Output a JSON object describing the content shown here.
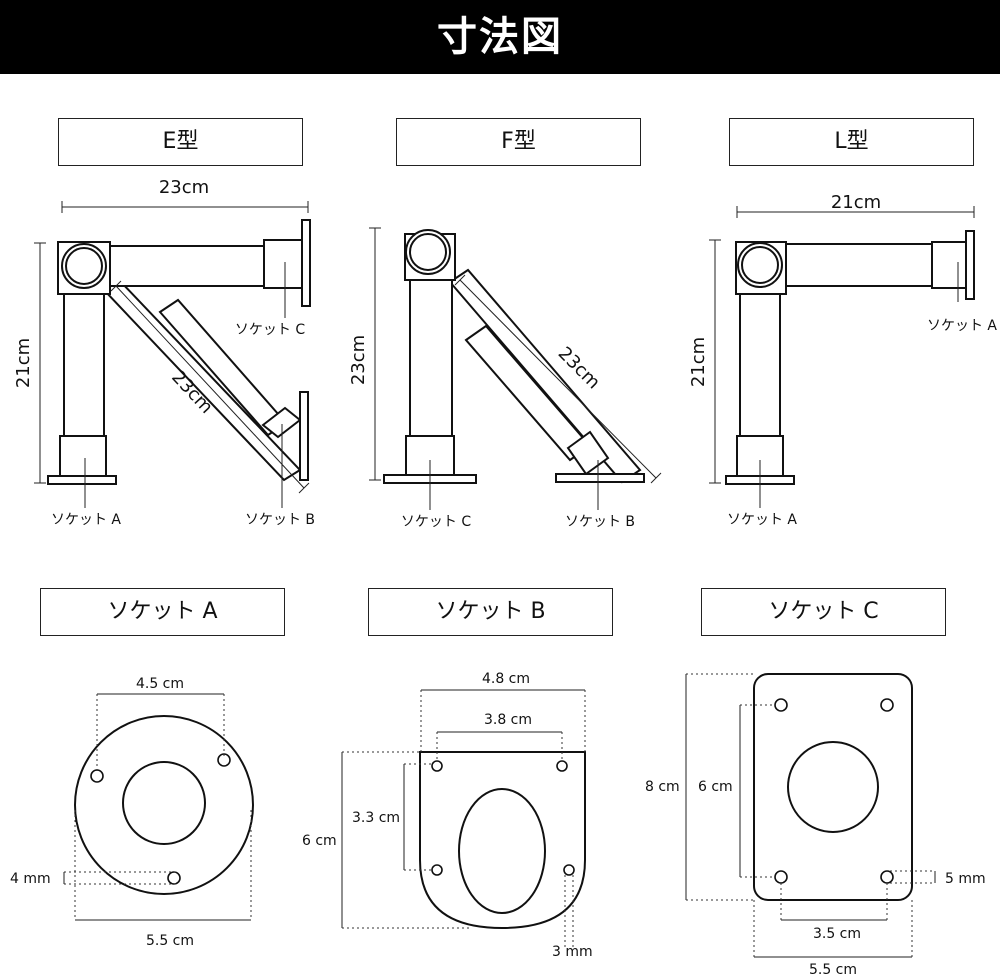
{
  "header": {
    "title": "寸法図"
  },
  "types": [
    {
      "label": "E型"
    },
    {
      "label": "F型"
    },
    {
      "label": "L型"
    }
  ],
  "e_type": {
    "width": "23cm",
    "height": "21cm",
    "diagonal": "23cm",
    "socket_a": "ソケット A",
    "socket_b": "ソケット B",
    "socket_c": "ソケット C"
  },
  "f_type": {
    "height": "23cm",
    "diagonal": "23cm",
    "socket_c": "ソケット C",
    "socket_b": "ソケット B"
  },
  "l_type": {
    "width": "21cm",
    "height": "21cm",
    "socket_a_top": "ソケット A",
    "socket_a_bottom": "ソケット A"
  },
  "sockets": [
    {
      "label": "ソケット A"
    },
    {
      "label": "ソケット B"
    },
    {
      "label": "ソケット C"
    }
  ],
  "socket_a": {
    "hole_span": "4.5 cm",
    "outer_diameter": "5.5 cm",
    "hole_size": "4 mm"
  },
  "socket_b": {
    "width": "4.8 cm",
    "hole_span": "3.8 cm",
    "height": "6 cm",
    "hole_vertical": "3.3 cm",
    "hole_size": "3 mm"
  },
  "socket_c": {
    "height": "8 cm",
    "hole_vertical": "6 cm",
    "hole_size": "5 mm",
    "hole_span": "3.5 cm",
    "width": "5.5 cm"
  }
}
